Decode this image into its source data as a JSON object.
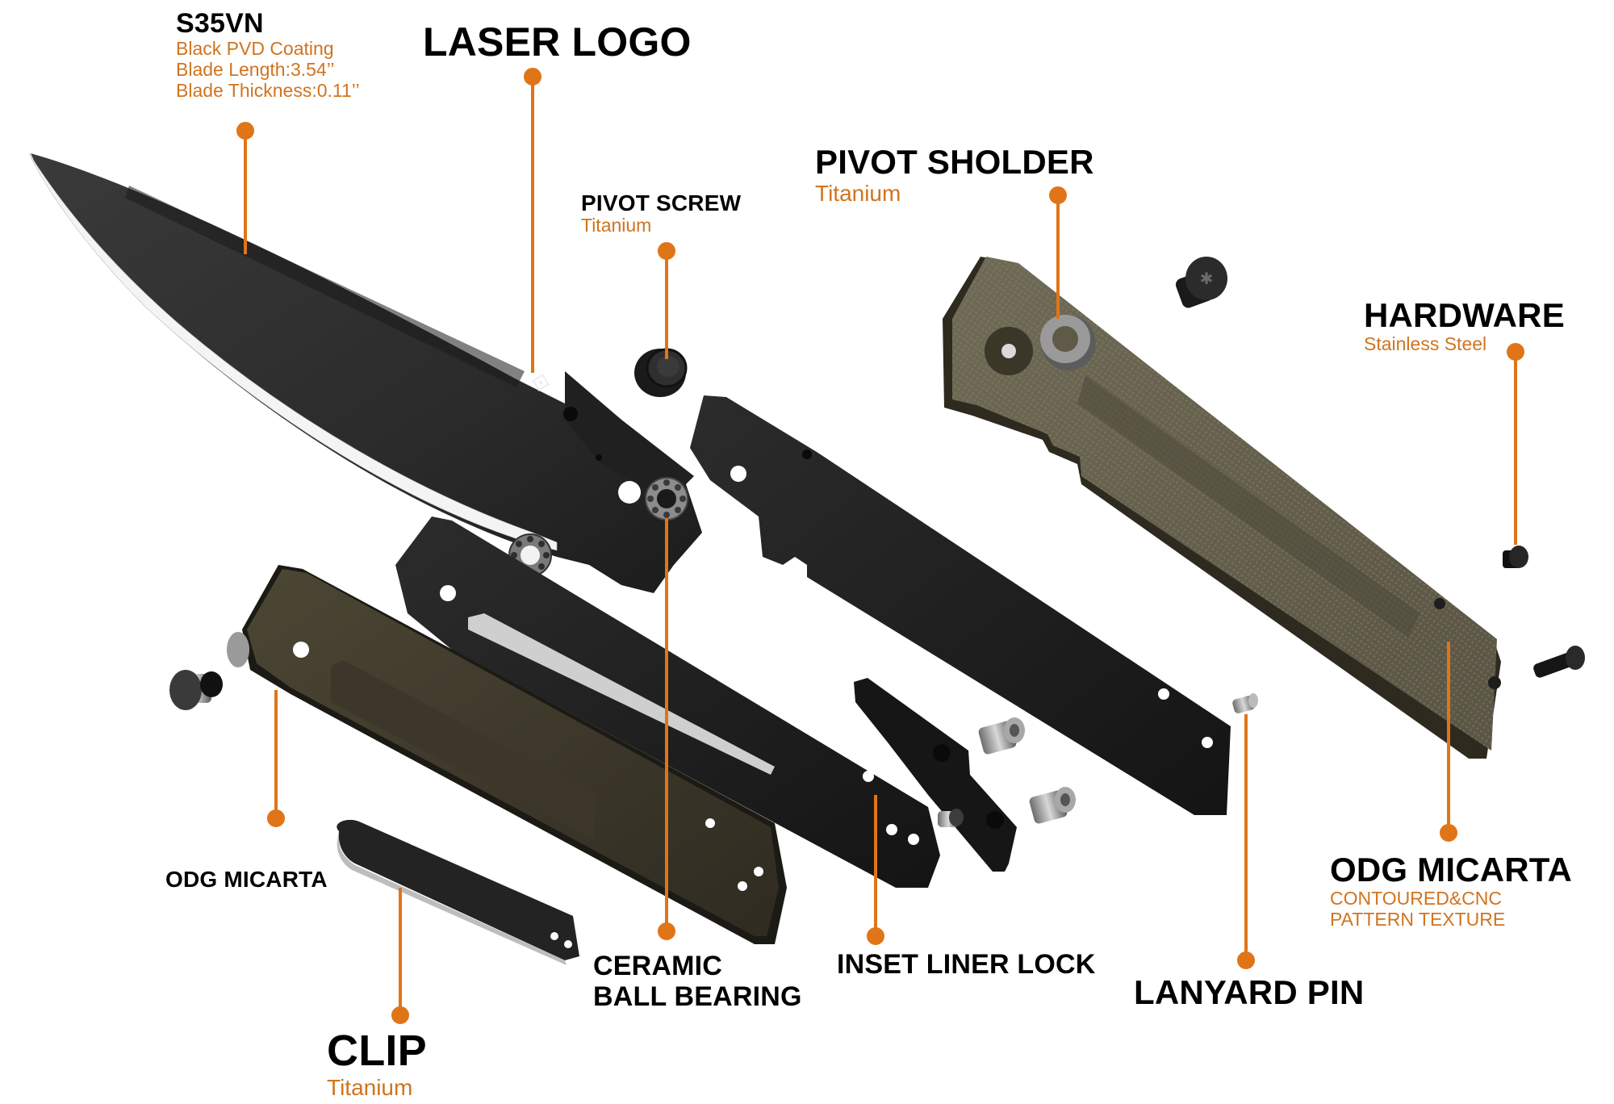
{
  "accent_color": "#e07518",
  "subtitle_color": "#d07420",
  "callouts": {
    "blade": {
      "title": "S35VN",
      "details": [
        "Black PVD Coating",
        "Blade Length:3.54’’",
        "Blade Thickness:0.11’’"
      ]
    },
    "laser_logo": {
      "title": "LASER LOGO"
    },
    "pivot_screw": {
      "title": "PIVOT SCREW",
      "material": "Titanium"
    },
    "pivot_sholder": {
      "title": "PIVOT SHOLDER",
      "material": "Titanium"
    },
    "hardware": {
      "title": "HARDWARE",
      "material": "Stainless Steel"
    },
    "scale_right": {
      "title": "ODG MICARTA",
      "details": [
        "CONTOURED&CNC",
        "PATTERN TEXTURE"
      ]
    },
    "scale_left": {
      "title": "ODG MICARTA"
    },
    "lanyard_pin": {
      "title": "LANYARD PIN"
    },
    "liner_lock": {
      "title": "INSET LINER LOCK"
    },
    "ball_bearing": {
      "title_lines": [
        "CERAMIC",
        "BALL BEARING"
      ]
    },
    "clip": {
      "title": "CLIP",
      "material": "Titanium"
    }
  },
  "components": [
    {
      "id": "blade",
      "name": "Blade"
    },
    {
      "id": "liner-right",
      "name": "Right liner"
    },
    {
      "id": "liner-left",
      "name": "Left liner"
    },
    {
      "id": "scale-right",
      "name": "Right micarta scale"
    },
    {
      "id": "scale-left",
      "name": "Left micarta scale"
    },
    {
      "id": "lock-bar",
      "name": "Liner lock bar"
    },
    {
      "id": "clip",
      "name": "Pocket clip"
    },
    {
      "id": "pivot-screw",
      "name": "Pivot screw"
    },
    {
      "id": "pivot-washer",
      "name": "Pivot shoulder washer"
    },
    {
      "id": "bearing-a",
      "name": "Ceramic ball bearing"
    },
    {
      "id": "bearing-b",
      "name": "Ceramic ball bearing"
    },
    {
      "id": "spacer-a",
      "name": "Spacer"
    },
    {
      "id": "spacer-b",
      "name": "Spacer"
    },
    {
      "id": "lanyard-pin",
      "name": "Lanyard pin"
    },
    {
      "id": "screw-top",
      "name": "Screw"
    },
    {
      "id": "screw-right-a",
      "name": "Screw"
    },
    {
      "id": "screw-right-b",
      "name": "Screw"
    },
    {
      "id": "screw-left",
      "name": "Screw"
    },
    {
      "id": "screw-small",
      "name": "Screw"
    }
  ]
}
